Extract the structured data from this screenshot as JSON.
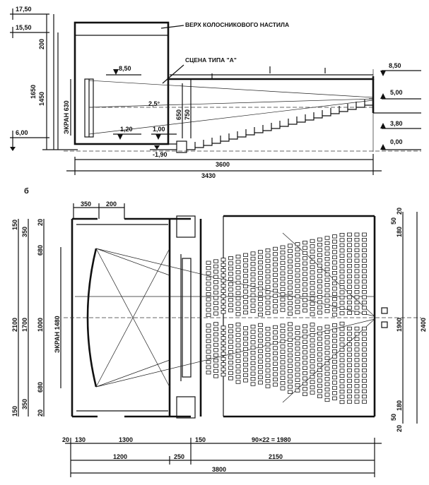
{
  "section": {
    "levels": {
      "top": "17,50",
      "second": "15,50",
      "stage_floor": "6,00",
      "platform": "8,50",
      "right_top": "8,50",
      "right_mid": "5,00",
      "right_low": "3,80",
      "right_zero": "0,00",
      "bottom": "-1,90",
      "left_small": "1,20",
      "mid_small": "1,00"
    },
    "dims": {
      "h200": "200",
      "h1450": "1450",
      "h1650": "1650",
      "screen": "ЭКРАН 630",
      "d650": "650",
      "d750": "750",
      "w3600": "3600",
      "w3430": "3430"
    },
    "angle": "2,5°",
    "labels": {
      "grid": "ВЕРХ КОЛОСНИКОВОГО НАСТИЛА",
      "stage": "СЦЕНА ТИПА \"А\""
    }
  },
  "plan": {
    "letter": "б",
    "top_dims": {
      "a": "350",
      "b": "200"
    },
    "left_dims": {
      "t150": "150",
      "t350": "350",
      "t20": "20",
      "t680": "680",
      "t1000": "1000",
      "b680": "680",
      "b350": "350",
      "b20": "20",
      "b150": "150",
      "full2100": "2100",
      "full1700": "1700",
      "screen": "ЭКРАН 1480"
    },
    "right_dims": {
      "r20": "20",
      "r50": "50",
      "r180": "180",
      "r1900": "1900",
      "b180": "180",
      "b50": "50",
      "b20": "20",
      "r2400": "2400"
    },
    "bottom_dims": {
      "d20": "20",
      "d130": "130",
      "d1300": "1300",
      "d150": "150",
      "seats": "90×22 = 1980",
      "d1200": "1200",
      "d250": "250",
      "d2150": "2150",
      "d3800": "3800"
    }
  }
}
